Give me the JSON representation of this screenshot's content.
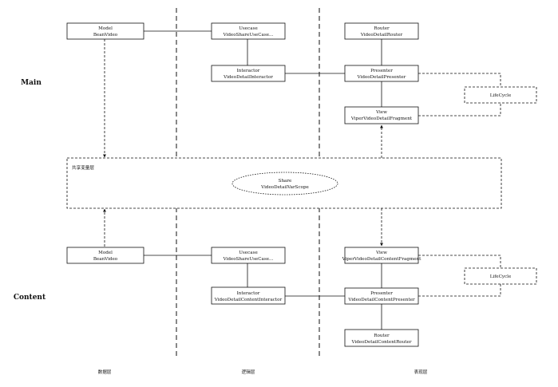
{
  "sections": {
    "main": "Main",
    "content": "Content"
  },
  "columns": {
    "data": "数据层",
    "logic": "逻辑层",
    "presentation": "表现层"
  },
  "shared_layer": {
    "label": "共享变量层",
    "ellipse_title": "Share",
    "ellipse_subtitle": "VideoDetailVarScope"
  },
  "main": {
    "model": {
      "title": "Model",
      "subtitle": "BeanVideo"
    },
    "usecase": {
      "title": "Usecase",
      "subtitle": "VideoShareUseCase..."
    },
    "interactor": {
      "title": "Interactor",
      "subtitle": "VideoDetailInteractor"
    },
    "router": {
      "title": "Router",
      "subtitle": "VideoDetailRouter"
    },
    "presenter": {
      "title": "Presenter",
      "subtitle": "VideoDetailPresenter"
    },
    "view": {
      "title": "View",
      "subtitle": "ViperVideoDetailFragment"
    },
    "lifecycle": {
      "title": "LifeCycle"
    }
  },
  "content": {
    "model": {
      "title": "Model",
      "subtitle": "BeanVideo"
    },
    "usecase": {
      "title": "Usecase",
      "subtitle": "VideoShareUseCase..."
    },
    "interactor": {
      "title": "Interactor",
      "subtitle": "VideoDetailContentInteractor"
    },
    "view": {
      "title": "View",
      "subtitle": "ViperVideoDetailContentFragment"
    },
    "presenter": {
      "title": "Presenter",
      "subtitle": "VideoDetailContentPresenter"
    },
    "router": {
      "title": "Router",
      "subtitle": "VideoDetailContentRouter"
    },
    "lifecycle": {
      "title": "LifeCycle"
    }
  }
}
